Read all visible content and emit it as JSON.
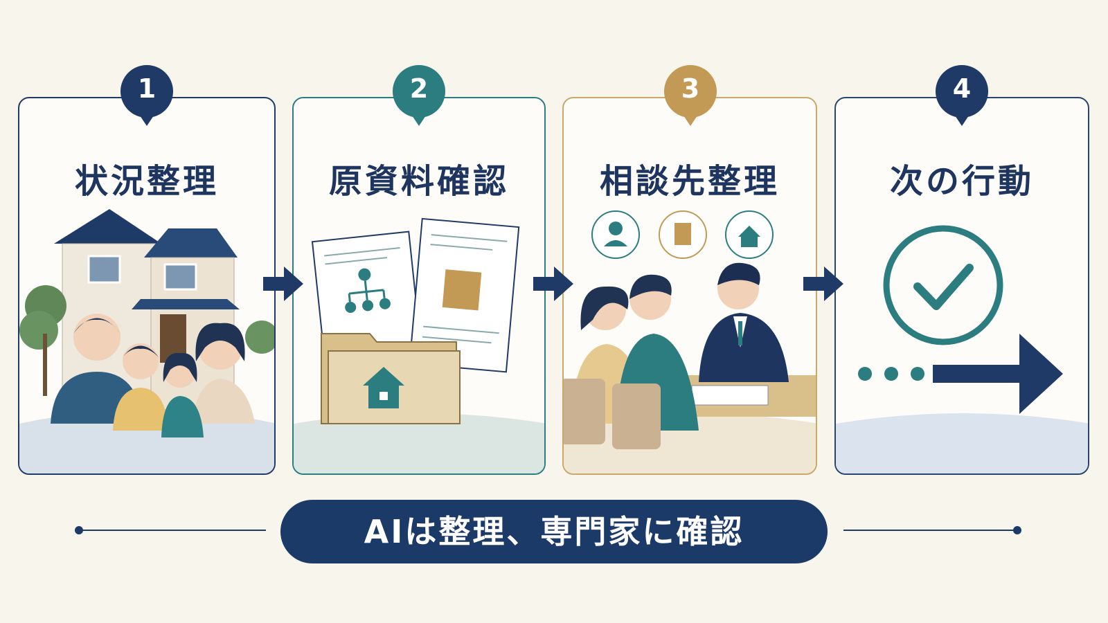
{
  "steps": [
    {
      "number": "1",
      "title": "状況整理",
      "color": "#1f3a66"
    },
    {
      "number": "2",
      "title": "原資料確認",
      "color": "#2c7d80"
    },
    {
      "number": "3",
      "title": "相談先整理",
      "color": "#c29a55"
    },
    {
      "number": "4",
      "title": "次の行動",
      "color": "#1f3a66"
    }
  ],
  "footer": {
    "message": "AIは整理、専門家に確認"
  }
}
